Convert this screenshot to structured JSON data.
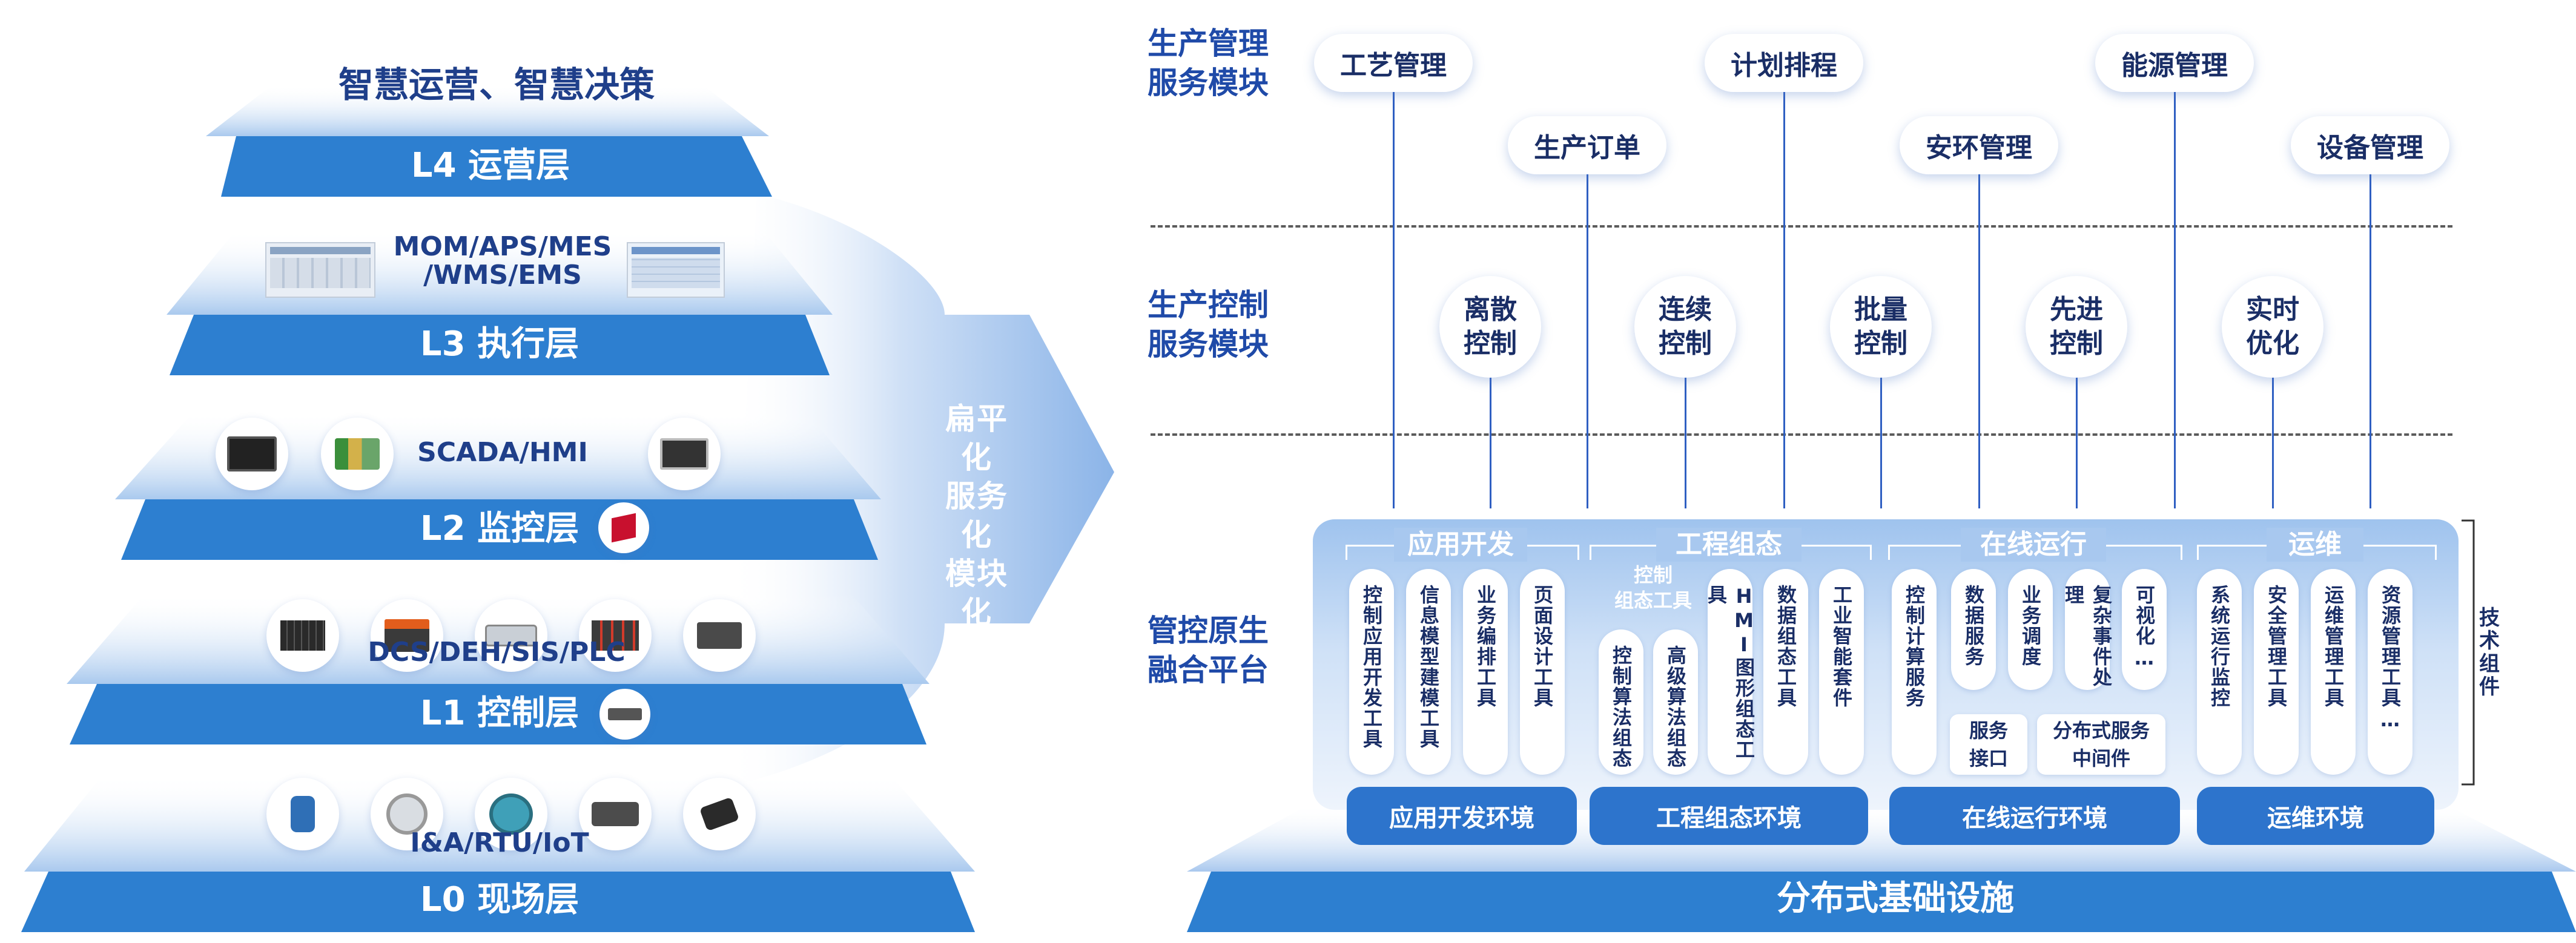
{
  "pyramid": {
    "top_caption": "智慧运营、智慧决策",
    "l4": "L4 运营层",
    "l3_caption_line1": "MOM/APS/MES",
    "l3_caption_line2": "/WMS/EMS",
    "l3": "L3 执行层",
    "l2_caption": "SCADA/HMI",
    "l2": "L2 监控层",
    "l1_caption": "DCS/DEH/SIS/PLC",
    "l1": "L1 控制层",
    "l0_caption": "I&A/RTU/IoT",
    "l0": "L0 现场层"
  },
  "arrow": {
    "line1": "扁平化",
    "line2": "服务化",
    "line3": "模块化"
  },
  "sections": {
    "management_line1": "生产管理",
    "management_line2": "服务模块",
    "control_line1": "生产控制",
    "control_line2": "服务模块",
    "platform_line1": "管控原生",
    "platform_line2": "融合平台"
  },
  "management_modules": [
    "工艺管理",
    "生产订单",
    "计划排程",
    "安环管理",
    "能源管理",
    "设备管理"
  ],
  "control_modules": [
    {
      "line1": "离散",
      "line2": "控制"
    },
    {
      "line1": "连续",
      "line2": "控制"
    },
    {
      "line1": "批量",
      "line2": "控制"
    },
    {
      "line1": "先进",
      "line2": "控制"
    },
    {
      "line1": "实时",
      "line2": "优化"
    }
  ],
  "platform": {
    "groups": [
      "应用开发",
      "工程组态",
      "在线运行",
      "运维"
    ],
    "app_dev": [
      "控制应用开发工具",
      "信息模型建模工具",
      "业务编排工具",
      "页面设计工具"
    ],
    "engineering": {
      "sub_title_line1": "控制",
      "sub_title_line2": "组态工具",
      "sub_cols": [
        "控制算法组态",
        "高级算法组态"
      ],
      "cols": [
        "HMI图形组态工具",
        "数据组态工具",
        "工业智能套件"
      ]
    },
    "online": {
      "cols": [
        "控制计算服务",
        "数据服务",
        "业务调度",
        "复杂事件处理",
        "可视化…"
      ],
      "box1_line1": "服务",
      "box1_line2": "接口",
      "box2_line1": "分布式服务",
      "box2_line2": "中间件"
    },
    "ops": [
      "系统运行监控",
      "安全管理工具",
      "运维管理工具",
      "资源管理工具…"
    ],
    "environments": [
      "应用开发环境",
      "工程组态环境",
      "在线运行环境",
      "运维环境"
    ],
    "base": "分布式基础设施",
    "side_label": "技术组件"
  },
  "colors": {
    "band": "#2d7fd0",
    "title": "#1f4aa8",
    "env": "#2d74cc",
    "line": "#2f5fc2"
  }
}
